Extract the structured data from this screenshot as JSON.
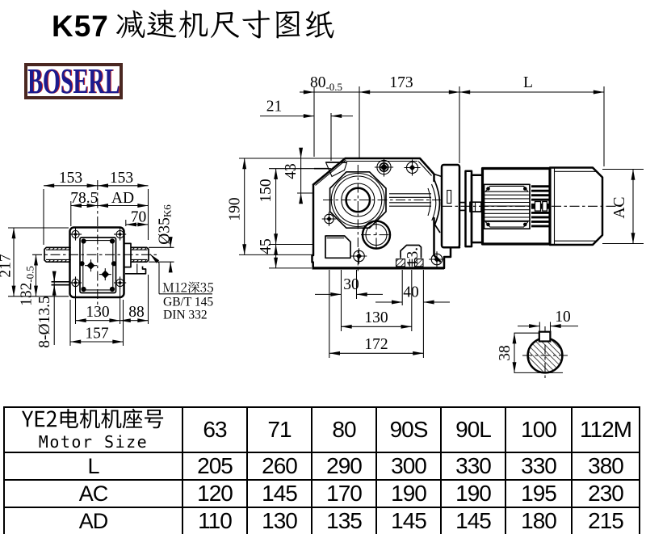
{
  "title": {
    "model": "K57",
    "name_cn": "减速机尺寸图纸"
  },
  "logo": {
    "text": "BOSERL"
  },
  "colors": {
    "ink": "#000000",
    "logo_border": "#4a2721",
    "logo_text": "#1b1b8e",
    "logo_shadow": "#cc2a2a",
    "background": "#ffffff"
  },
  "drawing": {
    "side_view": {
      "dims": {
        "w_left": "153",
        "w_right": "153",
        "w_inner_left": "78.5",
        "w_inner_right": "AD",
        "shaft_len": "70",
        "shaft_dia": "Ø35",
        "shaft_dia_tol": "K6",
        "h_total": "217",
        "h_axis": "132",
        "h_axis_tol": "-0.5",
        "holes": "8-Ø13.5",
        "b_bolt_span": "130",
        "b_shaft": "88",
        "b_body": "157"
      },
      "notes": [
        "M12深35",
        "GB/T 145",
        "DIN 332"
      ]
    },
    "front_view": {
      "dims": {
        "pad_w": "80",
        "pad_w_tol": "-0.5",
        "gear_len": "173",
        "motor_len": "L",
        "edge": "21",
        "pad_h": "43",
        "h_total": "190",
        "h_mid": "150",
        "h_foot": "45",
        "foot_hole": "13.",
        "b1": "30",
        "b2": "40",
        "b3": "130",
        "b4": "172",
        "motor_dia": "AC"
      }
    },
    "shaft_section": {
      "dims": {
        "key_w": "10",
        "height": "38"
      }
    }
  },
  "table": {
    "header_cn": "YE2电机机座号",
    "header_en": "Motor Size",
    "columns": [
      "63",
      "71",
      "80",
      "90S",
      "90L",
      "100",
      "112M"
    ],
    "rows": [
      {
        "label": "L",
        "values": [
          "205",
          "260",
          "290",
          "300",
          "330",
          "330",
          "380"
        ]
      },
      {
        "label": "AC",
        "values": [
          "120",
          "145",
          "170",
          "190",
          "190",
          "195",
          "230"
        ]
      },
      {
        "label": "AD",
        "values": [
          "110",
          "130",
          "135",
          "145",
          "145",
          "180",
          "215"
        ]
      }
    ]
  }
}
